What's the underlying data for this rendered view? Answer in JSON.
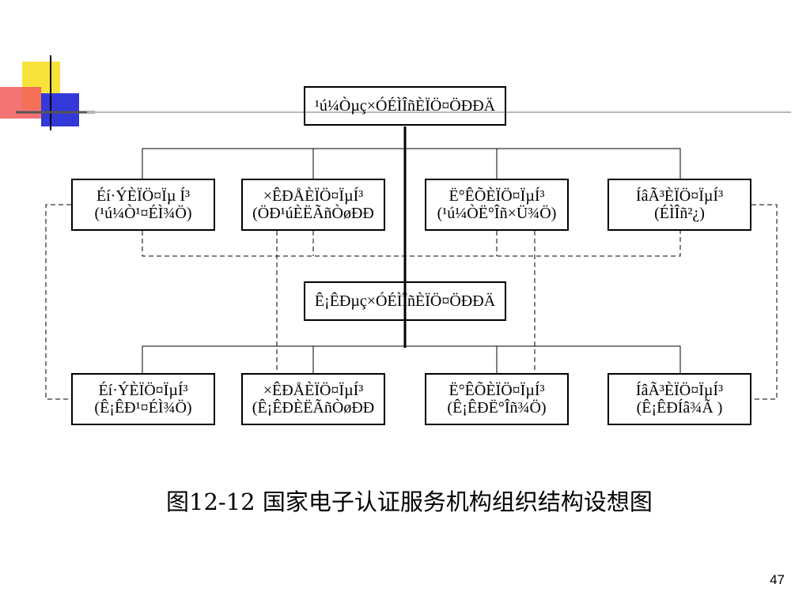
{
  "colors": {
    "deco_yellow": "#f7e33a",
    "deco_red": "#f25a5a",
    "deco_blue": "#3438d9",
    "line": "#000000",
    "background": "#ffffff"
  },
  "top_node": {
    "text": "¹ú¼Òµç×ÓÉÌÎñÈÏÖ¤ÖÐÐÄ"
  },
  "top_children": [
    {
      "line1": "Éí·ÝÈÏÖ¤Ïµ Í³",
      "line2": "(¹ú¼Ò¹¤ÉÌ¾Ö)"
    },
    {
      "line1": "×ÊÐÅÈÏÖ¤ÏµÍ³",
      "line2": "(ÖÐ¹úÈËÃñÒøÐÐ"
    },
    {
      "line1": "Ë°ÊÕÈÏÖ¤ÏµÍ³",
      "line2": "(¹ú¼ÒË°Îñ×Ü¾Ö)"
    },
    {
      "line1": "ÍâÃ³ÈÏÖ¤ÏµÍ³",
      "line2": "(ÉÌÎñ²¿)"
    }
  ],
  "mid_node": {
    "text": "Ê¡ÊÐµç×ÓÉÌÎñÈÏÖ¤ÖÐÐÄ"
  },
  "bottom_children": [
    {
      "line1": "Éí·ÝÈÏÖ¤ÏµÍ³",
      "line2": "(Ê¡ÊÐ¹¤ÉÌ¾Ö)"
    },
    {
      "line1": "×ÊÐÅÈÏÖ¤ÏµÍ³",
      "line2": "(Ê¡ÊÐÈËÃñÒøÐÐ"
    },
    {
      "line1": "Ë°ÊÕÈÏÖ¤ÏµÍ³",
      "line2": "(Ê¡ÊÐË°Îñ¾Ö)"
    },
    {
      "line1": "ÍâÃ³ÈÏÖ¤ÏµÍ³",
      "line2": "(Ê¡ÊÐÍâ¾­Ã )"
    }
  ],
  "caption": "图12-12  国家电子认证服务机构组织结构设想图",
  "page_number": "47"
}
